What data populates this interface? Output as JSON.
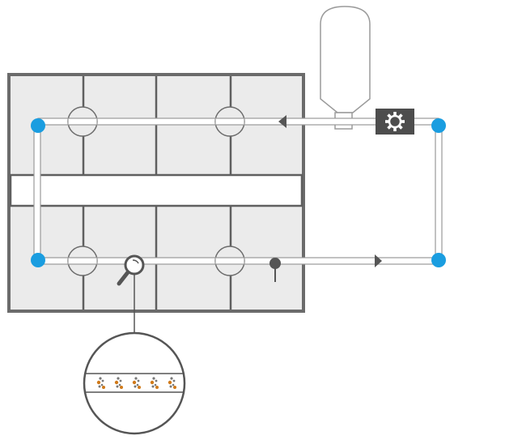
{
  "diagram": {
    "has_text": false,
    "colors": {
      "background": "#ffffff",
      "tank_fill": "#ebebeb",
      "tank_border": "#6b6b6b",
      "grid_line": "#5f5f5f",
      "pipe_fill": "#ffffff",
      "pipe_outline": "#9a9a9a",
      "node_blue": "#1a9de0",
      "pump_box": "#4d4d4d",
      "pump_gear": "#ffffff",
      "hopper_fill": "#ffffff",
      "hopper_outline": "#9a9a9a",
      "arrow": "#555555",
      "sensor": "#555555",
      "magnifier": "#555555",
      "zoom_outline": "#555555",
      "particle_orange": "#d07a1a"
    },
    "components": {
      "tank": "basin-grid",
      "pipe_loop": "recirculation-loop",
      "hopper": "dosing-hopper",
      "pump": "gear-pump",
      "sensor": "probe-sensor",
      "magnifier": "magnifier-icon",
      "detail": "pipe-detail-zoom"
    },
    "flow": {
      "top_arrow_direction": "left",
      "bottom_arrow_direction": "right"
    },
    "nodes": [
      "corner-top-left",
      "corner-bottom-left",
      "corner-top-right",
      "corner-bottom-right"
    ],
    "detail_particles": 5
  }
}
